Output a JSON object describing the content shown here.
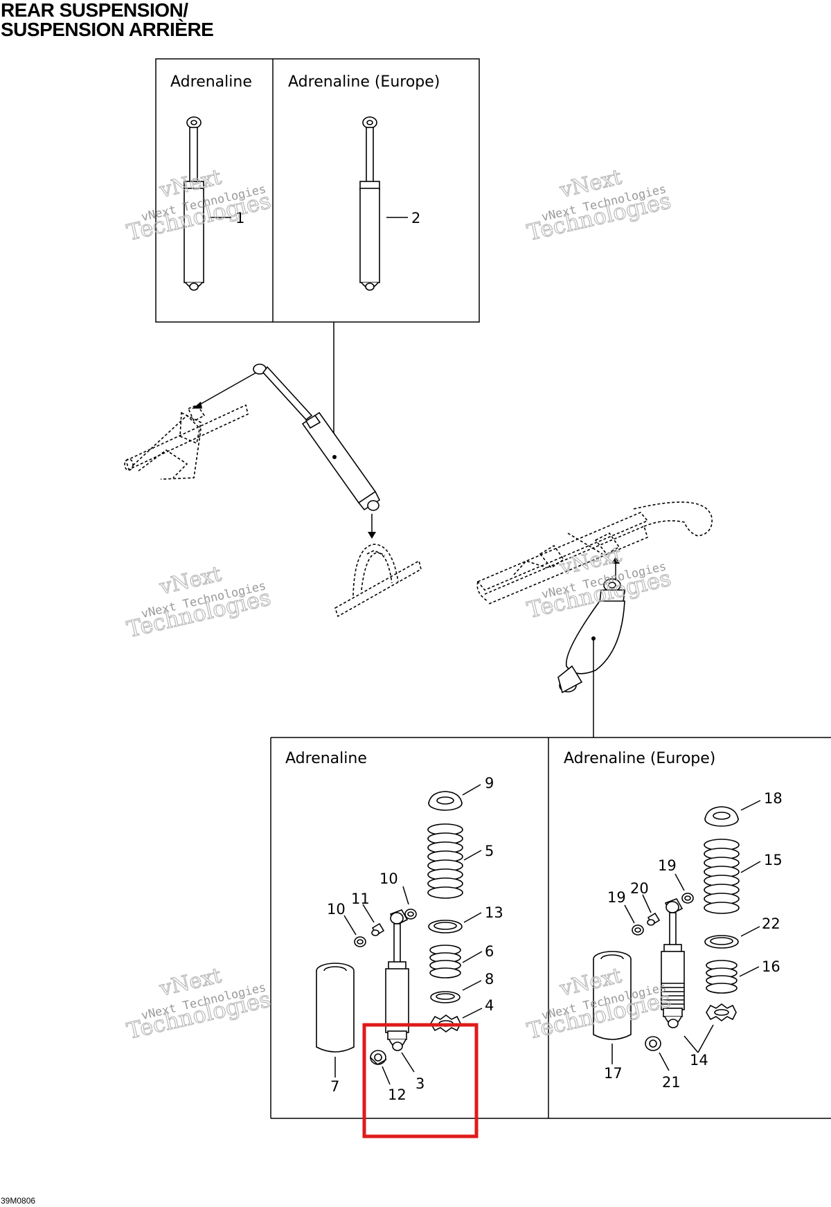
{
  "title": {
    "line1": "REAR SUSPENSION/",
    "line2": "SUSPENSION ARRIÈRE"
  },
  "figure_code": "39M0806",
  "panels": {
    "top_left": "Adrenaline",
    "top_right": "Adrenaline (Europe)",
    "bottom_left": "Adrenaline",
    "bottom_right": "Adrenaline (Europe)"
  },
  "watermark": {
    "line1": "vNext",
    "line2": "vNext Technologies",
    "line3": "Technologies"
  },
  "part_labels": {
    "p1": "1",
    "p2": "2",
    "p3": "3",
    "p4": "4",
    "p5": "5",
    "p6": "6",
    "p7": "7",
    "p8": "8",
    "p9": "9",
    "p10a": "10",
    "p10b": "10",
    "p11": "11",
    "p12": "12",
    "p13": "13",
    "p14": "14",
    "p15": "15",
    "p16": "16",
    "p17": "17",
    "p18": "18",
    "p19a": "19",
    "p19b": "19",
    "p20": "20",
    "p21": "21",
    "p22": "22"
  },
  "highlight_color": "#e01b1b"
}
